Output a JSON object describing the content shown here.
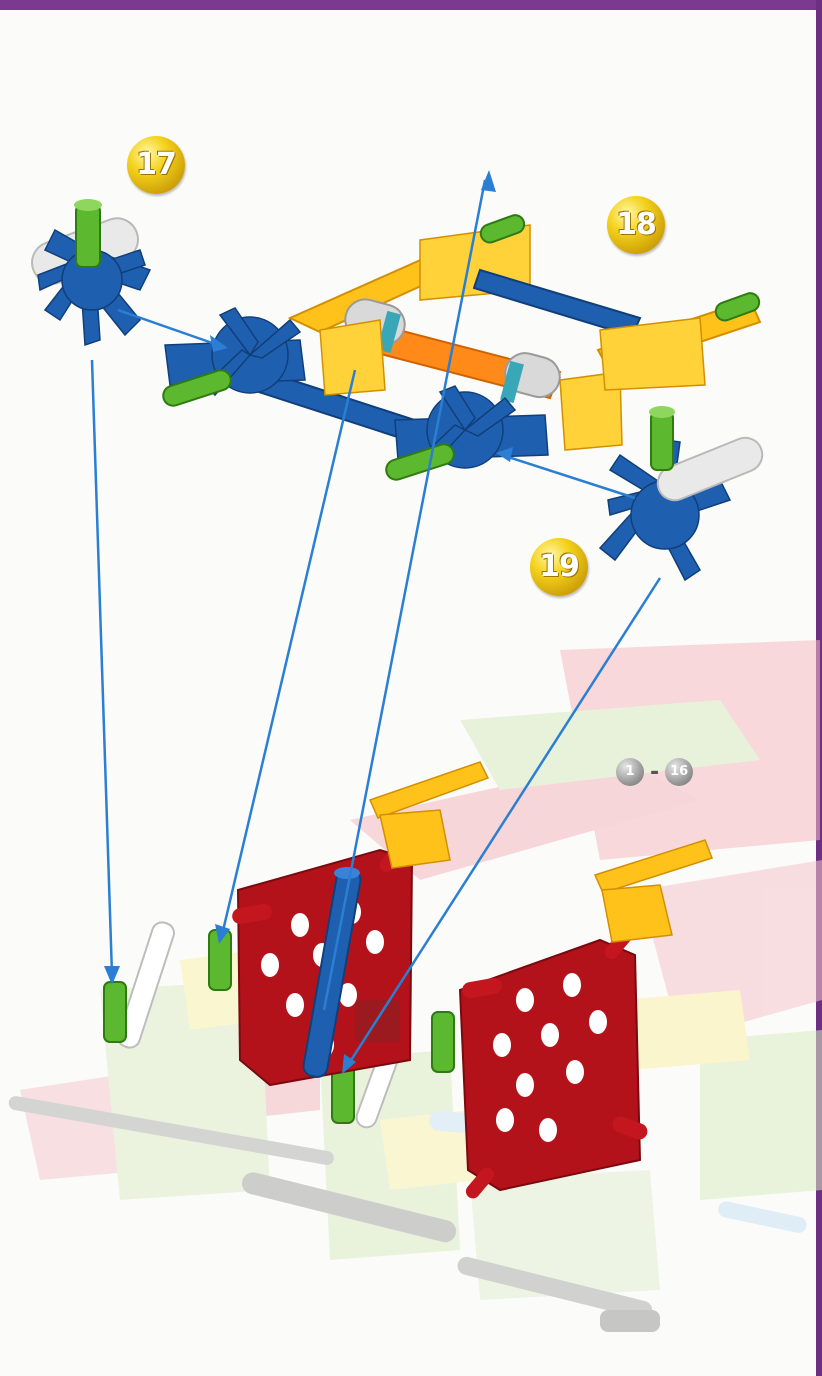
{
  "steps": {
    "step17": "17",
    "step18": "18",
    "step19": "19"
  },
  "range": {
    "from": "1",
    "separator": "-",
    "to": "16"
  },
  "colors": {
    "border_purple": "#7b3a8f",
    "badge_gold": "#f4d21c",
    "arrow_blue": "#2a7fd4",
    "connector_blue": "#1f5fb0",
    "rod_yellow": "#ffc21a",
    "rod_orange": "#ff8a1a",
    "panel_red": "#b3121a",
    "peg_green": "#5cb82e",
    "ghost_pink": "#f6c3c8",
    "ghost_green": "#d9ecc4"
  }
}
